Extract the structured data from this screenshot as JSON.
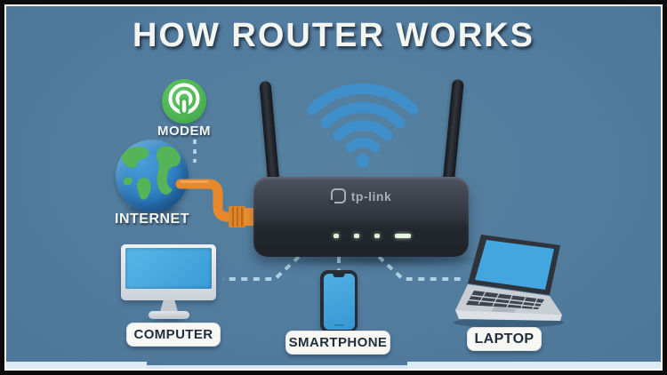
{
  "title": "HOW ROUTER WORKS",
  "diagram": {
    "modem": {
      "label": "MODEM"
    },
    "internet": {
      "label": "INTERNET"
    },
    "router": {
      "brand": "tp-link",
      "led_count": 4
    },
    "devices": [
      {
        "id": "computer",
        "label": "COMPUTER"
      },
      {
        "id": "smartphone",
        "label": "SMARTPHONE"
      },
      {
        "id": "laptop",
        "label": "LAPTOP"
      }
    ]
  },
  "colors": {
    "background": "#527c9e",
    "frame_border": "#0b0b0b",
    "title_text": "#f3f5f0",
    "modem_green": "#4cb452",
    "globe_ocean": "#2e7fc2",
    "globe_land": "#55b457",
    "cable_orange": "#e8882b",
    "wifi_blue": "#3f8fca",
    "router_body": "#2b2f38",
    "antenna_black": "#1d2126",
    "dashed_line": "#aed2e8",
    "led": "#e2efd9",
    "device_screen_blue": "#44a8df",
    "label_pill_bg": "#f7f7f3",
    "label_pill_text": "#1f2d3d"
  }
}
